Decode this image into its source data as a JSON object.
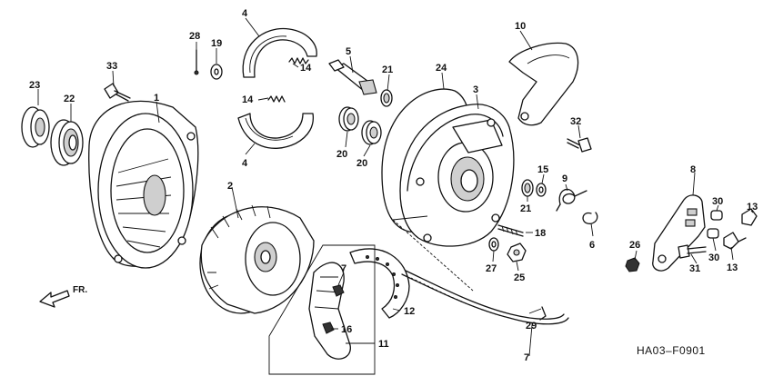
{
  "figure_code": "HA03–F0901",
  "direction_label": "FR.",
  "parts": [
    {
      "id": "p1",
      "label": "1"
    },
    {
      "id": "p2",
      "label": "2"
    },
    {
      "id": "p3",
      "label": "3"
    },
    {
      "id": "p4a",
      "label": "4"
    },
    {
      "id": "p4b",
      "label": "4"
    },
    {
      "id": "p5",
      "label": "5"
    },
    {
      "id": "p6",
      "label": "6"
    },
    {
      "id": "p7a",
      "label": "7"
    },
    {
      "id": "p7b",
      "label": "7"
    },
    {
      "id": "p8",
      "label": "8"
    },
    {
      "id": "p9",
      "label": "9"
    },
    {
      "id": "p10",
      "label": "10"
    },
    {
      "id": "p11",
      "label": "11"
    },
    {
      "id": "p12",
      "label": "12"
    },
    {
      "id": "p13a",
      "label": "13"
    },
    {
      "id": "p13b",
      "label": "13"
    },
    {
      "id": "p14a",
      "label": "14"
    },
    {
      "id": "p14b",
      "label": "14"
    },
    {
      "id": "p15",
      "label": "15"
    },
    {
      "id": "p16",
      "label": "16"
    },
    {
      "id": "p18",
      "label": "18"
    },
    {
      "id": "p19",
      "label": "19"
    },
    {
      "id": "p20a",
      "label": "20"
    },
    {
      "id": "p20b",
      "label": "20"
    },
    {
      "id": "p21a",
      "label": "21"
    },
    {
      "id": "p21b",
      "label": "21"
    },
    {
      "id": "p22",
      "label": "22"
    },
    {
      "id": "p23",
      "label": "23"
    },
    {
      "id": "p24",
      "label": "24"
    },
    {
      "id": "p25",
      "label": "25"
    },
    {
      "id": "p26",
      "label": "26"
    },
    {
      "id": "p27",
      "label": "27"
    },
    {
      "id": "p28",
      "label": "28"
    },
    {
      "id": "p29",
      "label": "29"
    },
    {
      "id": "p30a",
      "label": "30"
    },
    {
      "id": "p30b",
      "label": "30"
    },
    {
      "id": "p31",
      "label": "31"
    },
    {
      "id": "p32",
      "label": "32"
    },
    {
      "id": "p33",
      "label": "33"
    }
  ]
}
